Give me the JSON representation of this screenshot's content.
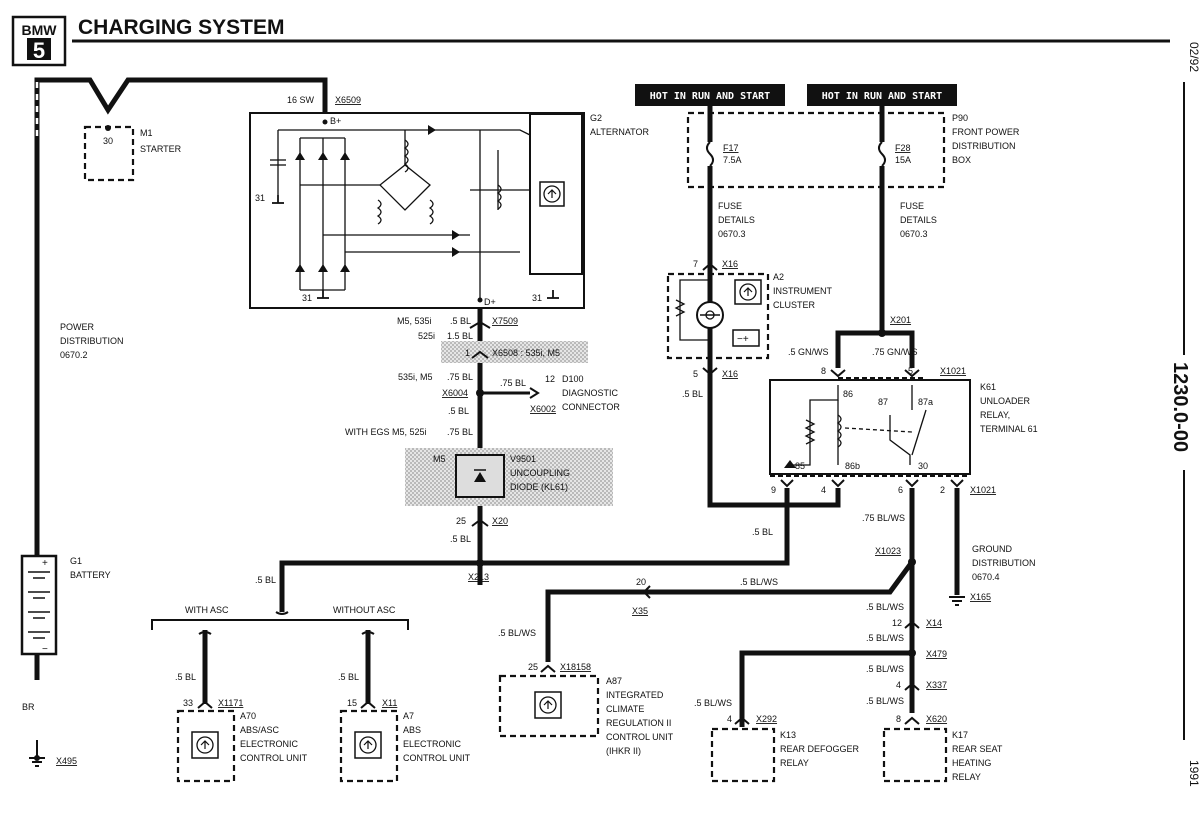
{
  "header": {
    "brand": "BMW",
    "model_badge": "5",
    "title": "CHARGING SYSTEM"
  },
  "side": {
    "date": "02/92",
    "doc_number": "1230.0-00",
    "year": "1991"
  },
  "hot_labels": [
    "HOT IN RUN AND START",
    "HOT IN RUN AND START"
  ],
  "components": {
    "starter": {
      "id": "M1",
      "name": "STARTER",
      "pin": "30"
    },
    "alternator": {
      "id": "G2",
      "name": "ALTERNATOR",
      "b_plus": "B+",
      "d_plus": "D+",
      "gnd1": "31",
      "gnd2": "31",
      "gnd3": "31"
    },
    "battery": {
      "id": "G1",
      "name": "BATTERY"
    },
    "power_dist": {
      "line1": "POWER",
      "line2": "DISTRIBUTION",
      "ref": "0670.2"
    },
    "front_box": {
      "id": "P90",
      "line1": "FRONT POWER",
      "line2": "DISTRIBUTION",
      "line3": "BOX"
    },
    "fuse_f17": {
      "id": "F17",
      "rating": "7.5A"
    },
    "fuse_f28": {
      "id": "F28",
      "rating": "15A"
    },
    "fuse_details_1": {
      "line1": "FUSE",
      "line2": "DETAILS",
      "ref": "0670.3"
    },
    "fuse_details_2": {
      "line1": "FUSE",
      "line2": "DETAILS",
      "ref": "0670.3"
    },
    "instrument_cluster": {
      "id": "A2",
      "line1": "INSTRUMENT",
      "line2": "CLUSTER"
    },
    "unloader_relay": {
      "id": "K61",
      "line1": "UNLOADER",
      "line2": "RELAY,",
      "line3": "TERMINAL 61",
      "p86": "86",
      "p87": "87",
      "p87a": "87a",
      "p85": "85",
      "p86b": "86b",
      "p30": "30"
    },
    "diag_connector": {
      "id": "D100",
      "line1": "DIAGNOSTIC",
      "line2": "CONNECTOR",
      "pin": "12"
    },
    "diode": {
      "id": "V9501",
      "line1": "UNCOUPLING",
      "line2": "DIODE (KL61)",
      "tag": "M5"
    },
    "ground_dist": {
      "line1": "GROUND",
      "line2": "DISTRIBUTION",
      "ref": "0670.4"
    },
    "a70": {
      "id": "A70",
      "line1": "ABS/ASC",
      "line2": "ELECTRONIC",
      "line3": "CONTROL UNIT",
      "pin": "33"
    },
    "a7": {
      "id": "A7",
      "line1": "ABS",
      "line2": "ELECTRONIC",
      "line3": "CONTROL UNIT",
      "pin": "15"
    },
    "a87": {
      "id": "A87",
      "line1": "INTEGRATED",
      "line2": "CLIMATE",
      "line3": "REGULATION II",
      "line4": "CONTROL UNIT",
      "line5": "(IHKR II)",
      "pin": "25"
    },
    "k13": {
      "id": "K13",
      "line1": "REAR DEFOGGER",
      "line2": "RELAY",
      "pin": "4"
    },
    "k17": {
      "id": "K17",
      "line1": "REAR SEAT",
      "line2": "HEATING",
      "line3": "RELAY",
      "pin": "8"
    }
  },
  "connectors": {
    "x6509": "X6509",
    "x7509": "X7509",
    "x6508": "X6508 : 535i, M5",
    "x6004": "X6004",
    "x6002": "X6002",
    "x20": "X20",
    "x213": "X213",
    "x1171": "X1171",
    "x11": "X11",
    "x16a": "X16",
    "x16b": "X16",
    "x201": "X201",
    "x1021a": "X1021",
    "x1021b": "X1021",
    "x1023": "X1023",
    "x35": "X35",
    "x18158": "X18158",
    "x14": "X14",
    "x479": "X479",
    "x337": "X337",
    "x292": "X292",
    "x620": "X620",
    "x165": "X165",
    "x495": "X495"
  },
  "wire_labels": {
    "sw16": "16 SW",
    "w_m5_535": "M5, 535i",
    "w_m5_535_v": ".5 BL",
    "w_525": "525i",
    "w_525_v": "1.5 BL",
    "w_pin1": "1",
    "w_535_m5": "535i, M5",
    "w_535_m5_v": ".75 BL",
    "w_diag": ".75 BL",
    "w_after_x6004": ".5 BL",
    "w_egs": "WITH EGS  M5, 525i",
    "w_egs_v": ".75 BL",
    "w_x20_pin": "25",
    "w_x20_v": ".5 BL",
    "w_left": ".5 BL",
    "with_asc": "WITH ASC",
    "without_asc": "WITHOUT ASC",
    "w_a70": ".5 BL",
    "w_a7": ".5 BL",
    "w_k61_out": ".5 BL",
    "w_x35_pin": "20",
    "w_x35_v": ".5 BL/WS",
    "w_a87_v": ".5 BL/WS",
    "w_ic_pin7": "7",
    "w_ic_pin5": "5",
    "w_ic_v": ".5 BL",
    "w_k61_8": "8",
    "w_k61_5": "5",
    "w_gnws1": ".5 GN/WS",
    "w_gnws2": ".75 GN/WS",
    "w_k61_9": "9",
    "w_k61_4": "4",
    "w_k61_6": "6",
    "w_k61_2": "2",
    "w_blws75": ".75 BL/WS",
    "w_blws_x14a": ".5 BL/WS",
    "w_x14_pin": "12",
    "w_blws_x14b": ".5 BL/WS",
    "w_blws_x479": ".5 BL/WS",
    "w_x337_pin": "4",
    "w_blws_x337": ".5 BL/WS",
    "w_k13_v": ".5 BL/WS",
    "w_br": "BR"
  },
  "colors": {
    "ink": "#111111",
    "shade": "#c8c8c8",
    "hot_bg": "#111111"
  }
}
